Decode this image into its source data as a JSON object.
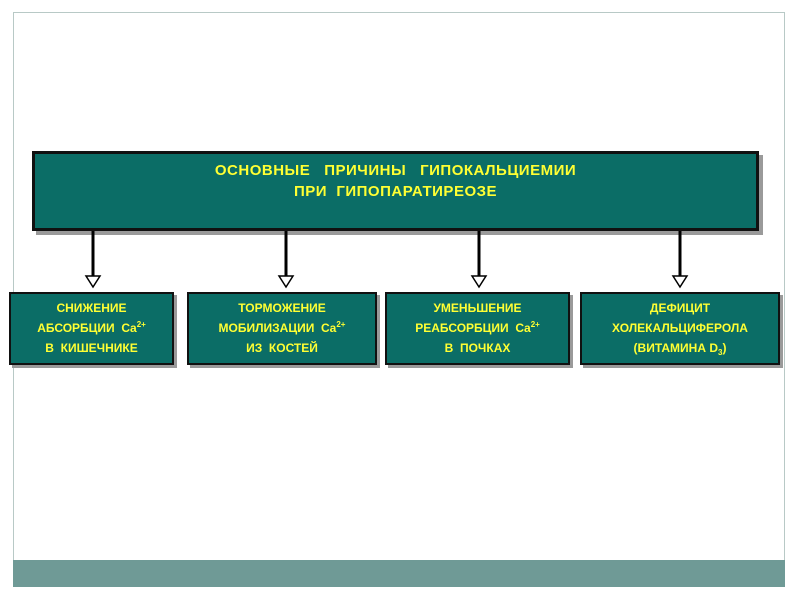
{
  "title": {
    "line1": "ОСНОВНЫЕ   ПРИЧИНЫ   ГИПОКАЛЬЦИЕМИИ",
    "line2": "ПРИ  ГИПОПАРАТИРЕОЗЕ"
  },
  "causes": [
    {
      "line1": "СНИЖЕНИЕ",
      "line2": "АБСОРБЦИИ  Ca",
      "line2_sup": "2+",
      "line3": "В  КИШЕЧНИКЕ"
    },
    {
      "line1": "ТОРМОЖЕНИЕ",
      "line2": "МОБИЛИЗАЦИИ  Ca",
      "line2_sup": "2+",
      "line3": "ИЗ  КОСТЕЙ"
    },
    {
      "line1": "УМЕНЬШЕНИЕ",
      "line2": "РЕАБСОРБЦИИ  Ca",
      "line2_sup": "2+",
      "line3": "В  ПОЧКАХ"
    },
    {
      "line1": "ДЕФИЦИТ",
      "line2": "ХОЛЕКАЛЬЦИФЕРОЛА",
      "line3": "(ВИТАМИНА D",
      "line3_sub": "3",
      "line3_end": ")"
    }
  ],
  "colors": {
    "box": "#0b6d66",
    "text": "#ffff33",
    "bar": "#6f9a96"
  }
}
